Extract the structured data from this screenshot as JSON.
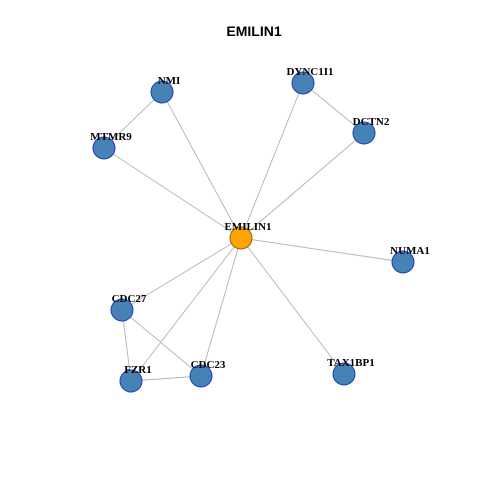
{
  "title": "EMILIN1",
  "colors": {
    "hub_fill": "#FFA500",
    "hub_stroke": "#8B6914",
    "node_fill": "#4682B4",
    "node_stroke": "#1C3FC4",
    "edge": "#B3B3B3",
    "label": "#000000",
    "background": "#FFFFFF"
  },
  "network": {
    "hub": "EMILIN1",
    "nodes": [
      {
        "id": "EMILIN1",
        "label": "EMILIN1",
        "type": "hub"
      },
      {
        "id": "NMI",
        "label": "NMI",
        "type": "neighbor"
      },
      {
        "id": "DYNC1I1",
        "label": "DYNC1I1",
        "type": "neighbor"
      },
      {
        "id": "MTMR9",
        "label": "MTMR9",
        "type": "neighbor"
      },
      {
        "id": "DCTN2",
        "label": "DCTN2",
        "type": "neighbor"
      },
      {
        "id": "NUMA1",
        "label": "NUMA1",
        "type": "neighbor"
      },
      {
        "id": "CDC27",
        "label": "CDC27",
        "type": "neighbor"
      },
      {
        "id": "TAX1BP1",
        "label": "TAX1BP1",
        "type": "neighbor"
      },
      {
        "id": "CDC23",
        "label": "CDC23",
        "type": "neighbor"
      },
      {
        "id": "FZR1",
        "label": "FZR1",
        "type": "neighbor"
      }
    ],
    "edges": [
      {
        "source": "EMILIN1",
        "target": "NMI"
      },
      {
        "source": "EMILIN1",
        "target": "DYNC1I1"
      },
      {
        "source": "EMILIN1",
        "target": "MTMR9"
      },
      {
        "source": "EMILIN1",
        "target": "DCTN2"
      },
      {
        "source": "EMILIN1",
        "target": "NUMA1"
      },
      {
        "source": "EMILIN1",
        "target": "CDC27"
      },
      {
        "source": "EMILIN1",
        "target": "TAX1BP1"
      },
      {
        "source": "EMILIN1",
        "target": "CDC23"
      },
      {
        "source": "EMILIN1",
        "target": "FZR1"
      },
      {
        "source": "NMI",
        "target": "MTMR9"
      },
      {
        "source": "DYNC1I1",
        "target": "DCTN2"
      },
      {
        "source": "CDC27",
        "target": "FZR1"
      },
      {
        "source": "CDC27",
        "target": "CDC23"
      },
      {
        "source": "FZR1",
        "target": "CDC23"
      }
    ]
  }
}
